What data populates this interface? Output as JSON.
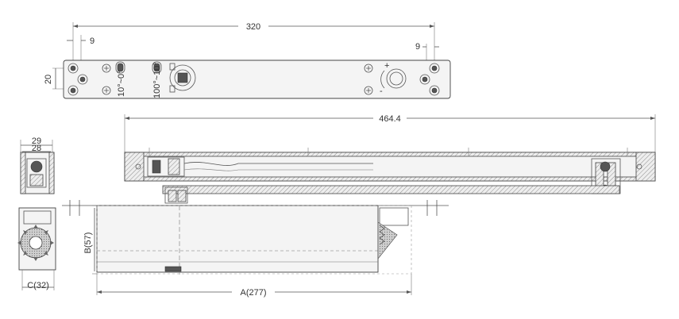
{
  "dimensions": {
    "plate_width": "320",
    "plate_hole_left": "9",
    "plate_hole_right": "9",
    "plate_height": "20",
    "body_length": "464.4",
    "side_outer": "29",
    "side_inner": "28",
    "arm_height": "B(57)",
    "arm_length": "A(277)",
    "side_width": "C(32)"
  },
  "plate_labels": {
    "angle_a": "10°~0°",
    "angle_b": "100°~10°",
    "adjust_plus": "+",
    "adjust_minus": "-"
  }
}
